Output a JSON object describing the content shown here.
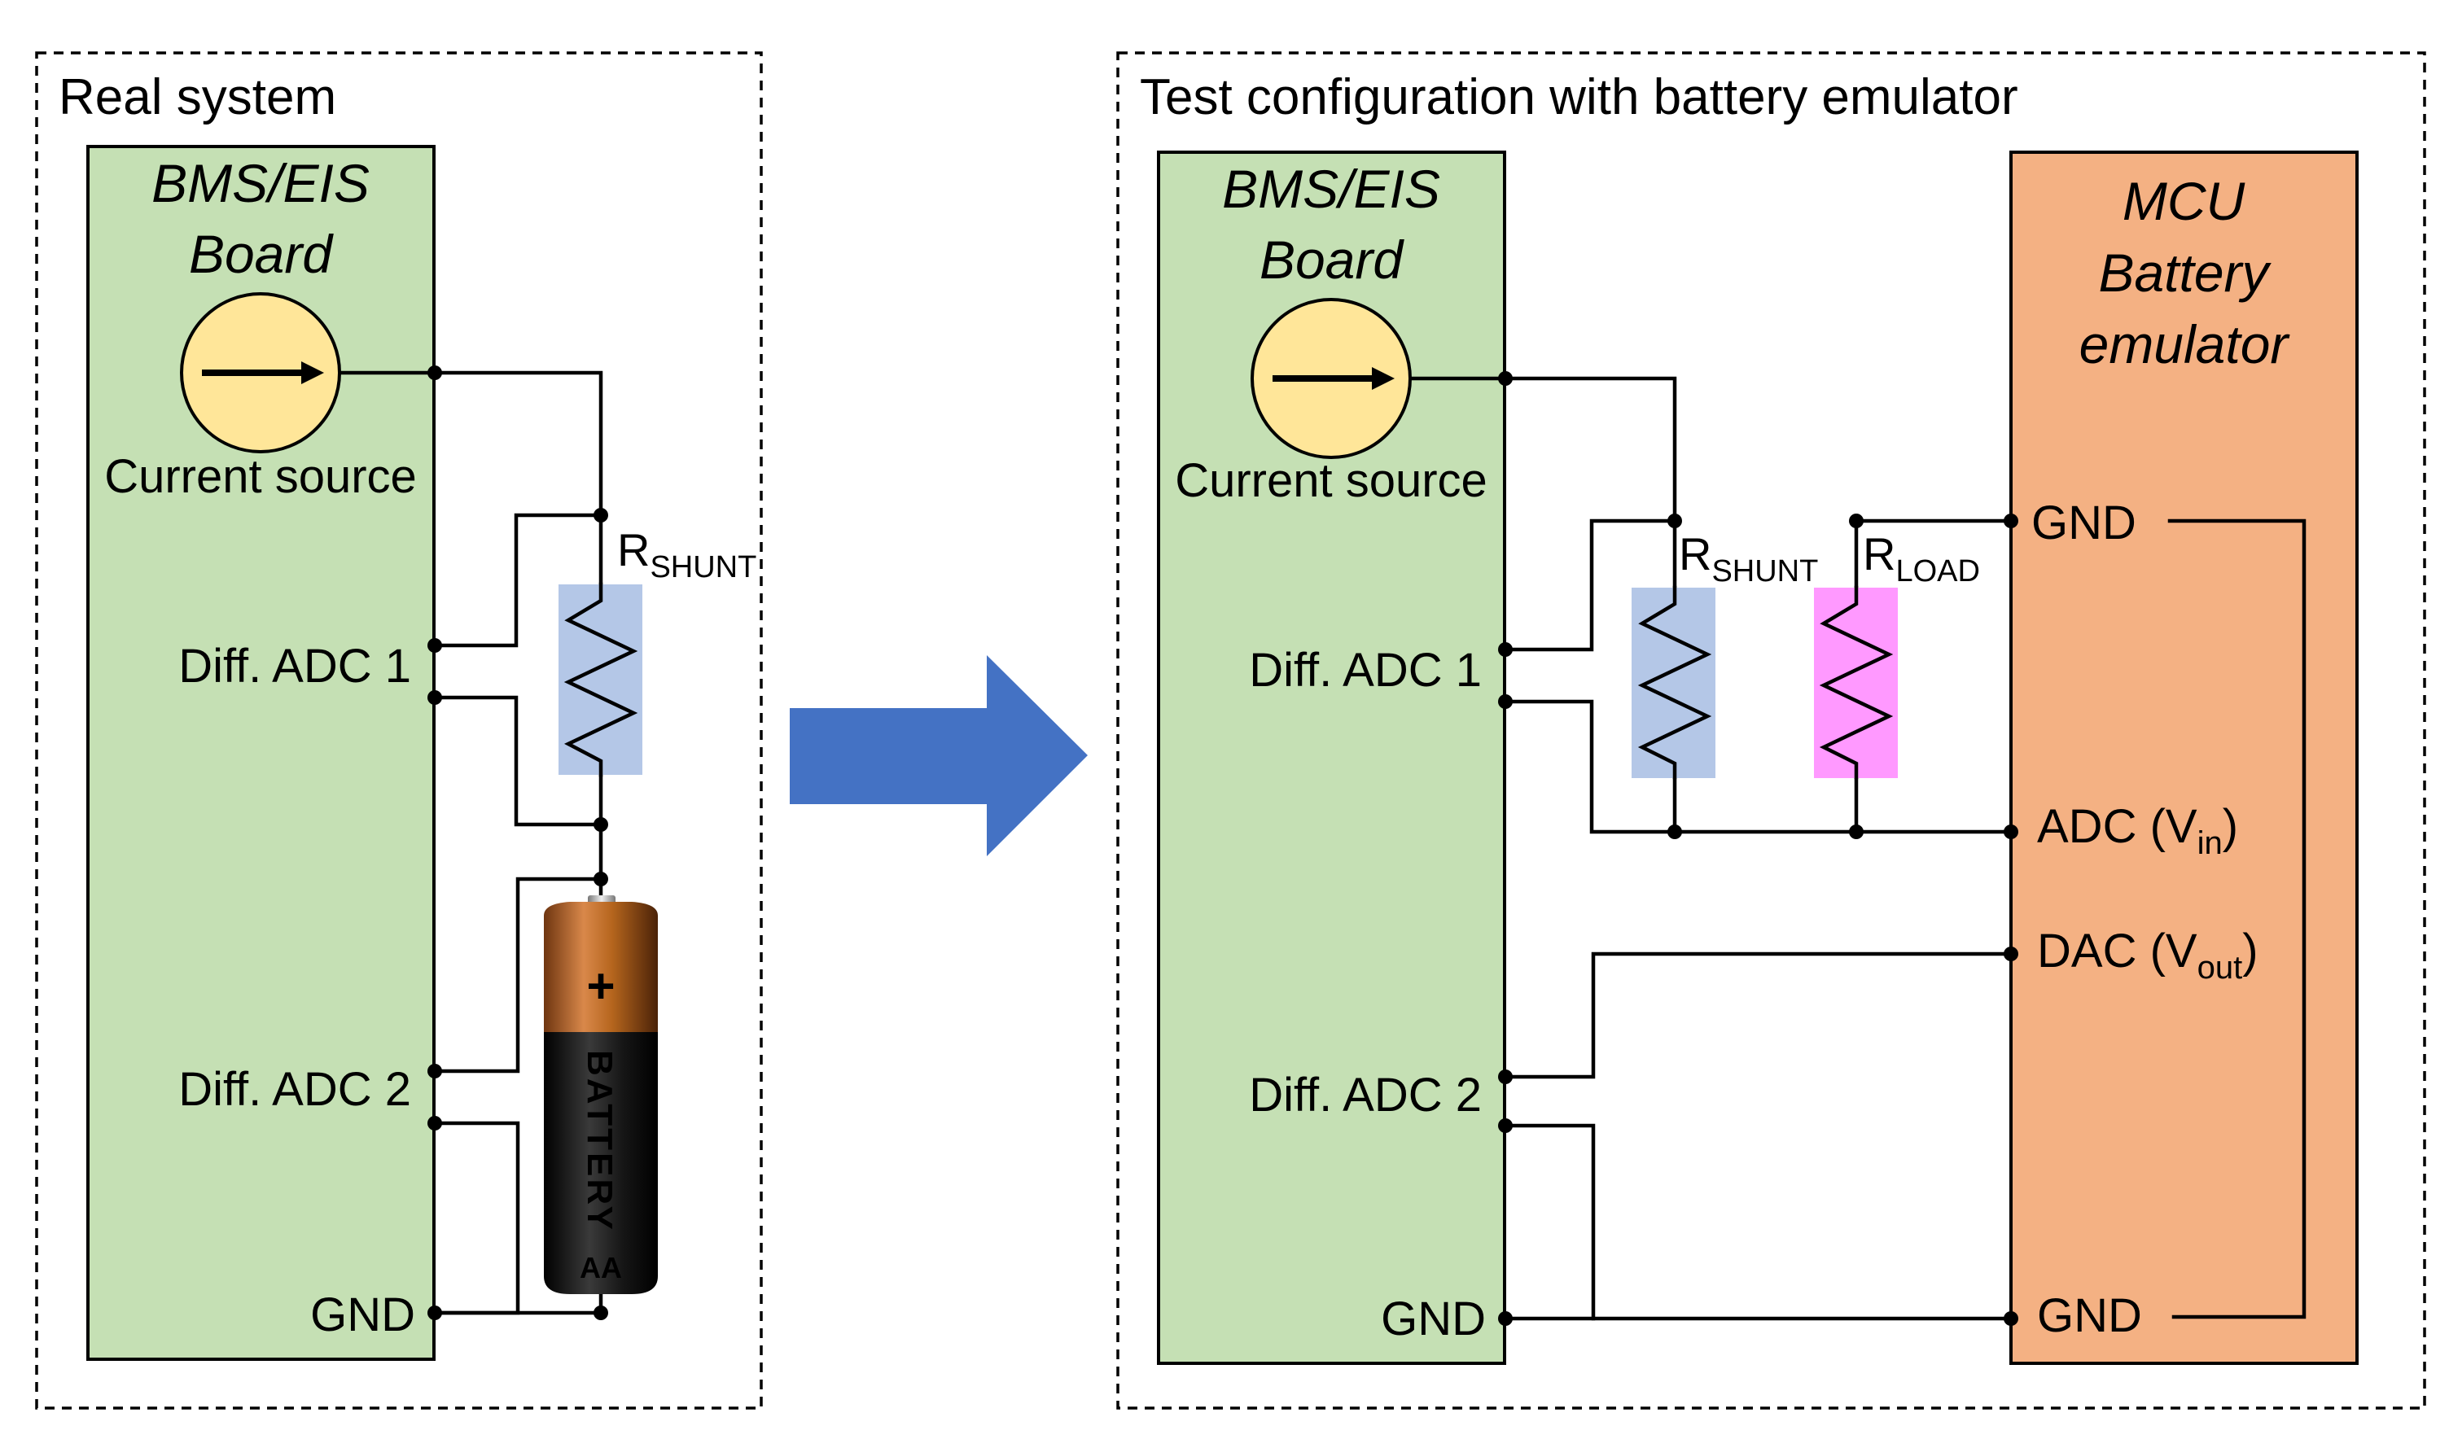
{
  "left_panel": {
    "title": "Real system",
    "board_title_line1": "BMS/EIS",
    "board_title_line2": "Board",
    "current_source_label": "Current source",
    "adc1_label": "Diff. ADC 1",
    "adc2_label": "Diff. ADC 2",
    "gnd_label": "GND",
    "shunt_label": "R",
    "shunt_sub": "SHUNT",
    "battery_text": "BATTERY",
    "battery_size": "AA",
    "battery_plus": "+"
  },
  "right_panel": {
    "title": "Test configuration with battery emulator",
    "board_title_line1": "BMS/EIS",
    "board_title_line2": "Board",
    "current_source_label": "Current source",
    "adc1_label": "Diff. ADC 1",
    "adc2_label": "Diff. ADC 2",
    "gnd_label": "GND",
    "shunt_label": "R",
    "shunt_sub": "SHUNT",
    "load_label": "R",
    "load_sub": "LOAD",
    "mcu_title_line1": "MCU",
    "mcu_title_line2": "Battery",
    "mcu_title_line3": "emulator",
    "mcu_gnd_top": "GND",
    "mcu_adc": "ADC (V",
    "mcu_adc_sub": "in",
    "mcu_dac": "DAC (V",
    "mcu_dac_sub": "out",
    "close_paren": ")",
    "mcu_gnd_bottom": "GND"
  },
  "colors": {
    "board_fill": "#c5e0b4",
    "mcu_fill": "#f4b183",
    "source_fill": "#ffe699",
    "shunt_fill": "#b4c7e7",
    "load_fill": "#ff99ff",
    "arrow_fill": "#4472c4",
    "battery_copper": "#b5651d",
    "battery_black": "#111111"
  },
  "icons": {
    "transform_arrow": "arrow-right-icon",
    "battery": "battery-icon",
    "current_source": "current-source-icon",
    "resistor": "resistor-icon"
  }
}
